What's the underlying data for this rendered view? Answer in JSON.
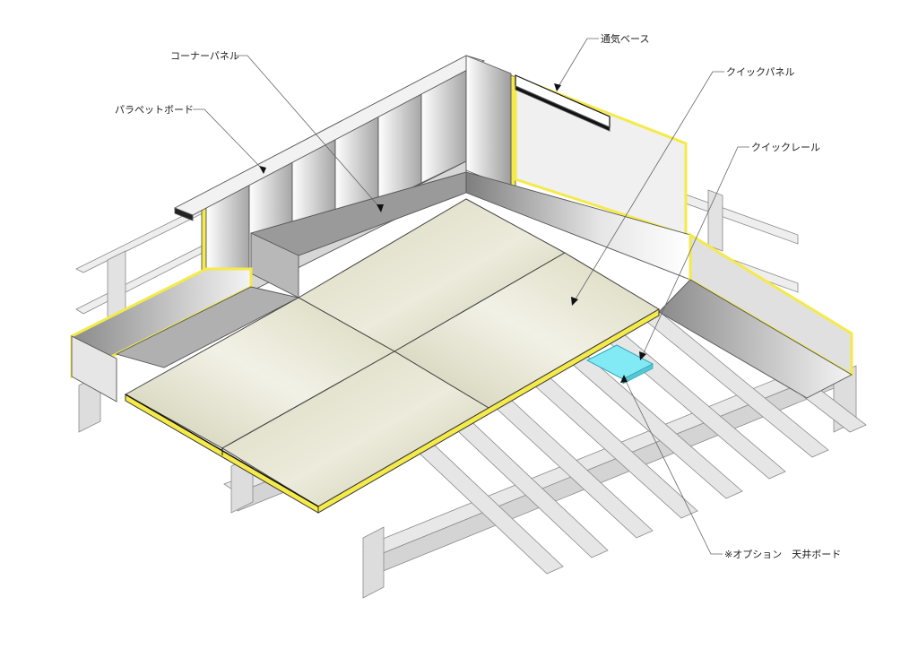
{
  "labels": {
    "corner_panel": "コーナーパネル",
    "parapet_board": "パラペットボード",
    "vent_base": "通気ベース",
    "quick_panel": "クイックパネル",
    "quick_rail": "クイックレール",
    "option_ceiling_board": "※オプション　天井ボード"
  },
  "colors": {
    "panel_fill": "#dcdcc0",
    "panel_fill_light": "#ecebdc",
    "insulation_edge": "#f4ea4a",
    "ceiling_board": "#82eaf5",
    "wall_gray": "#b4b4b4",
    "beam_gray": "#e6e6e6",
    "line_color": "#4a4a4a"
  }
}
